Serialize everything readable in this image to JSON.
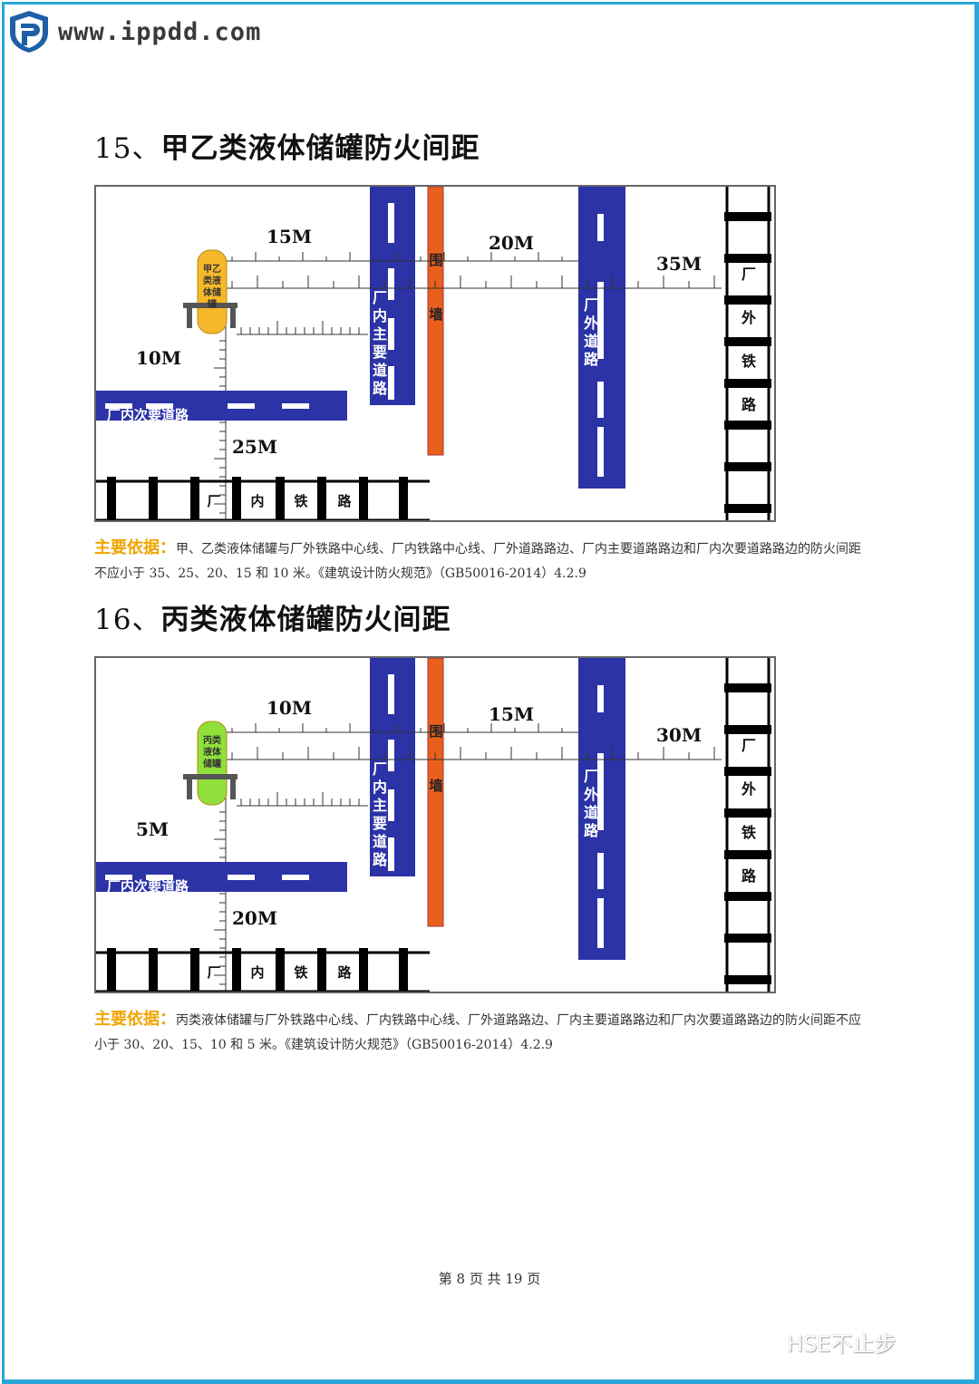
{
  "header": {
    "logo_text": "www.ippdd.com"
  },
  "sections": [
    {
      "number": "15、",
      "title": "甲乙类液体储罐防火间距",
      "diagram": {
        "tank_label": [
          "甲乙",
          "类液",
          "体储",
          "罐"
        ],
        "tank_color": "#f5b82a",
        "distances": {
          "main_road": "15M",
          "outer_road": "20M",
          "outer_railway": "35M",
          "secondary_road": "10M",
          "inner_railway": "25M"
        },
        "inner_main_road": "厂内主要道路",
        "wall": "围墙",
        "outer_road": "厂外道路",
        "outer_railway": "厂外铁路",
        "secondary_road": "厂内次要道路",
        "inner_railway": [
          "厂",
          "内",
          "铁",
          "路"
        ]
      },
      "basis_label": "主要依据：",
      "basis_text": "甲、乙类液体储罐与厂外铁路中心线、厂内铁路中心线、厂外道路路边、厂内主要道路路边和厂内次要道路路边的防火间距不应小于 35、25、20、15 和 10 米。《建筑设计防火规范》（GB50016-2014）4.2.9"
    },
    {
      "number": "16、",
      "title": "丙类液体储罐防火间距",
      "diagram": {
        "tank_label": [
          "丙类",
          "液体",
          "储罐"
        ],
        "tank_color": "#8fe03a",
        "distances": {
          "main_road": "10M",
          "outer_road": "15M",
          "outer_railway": "30M",
          "secondary_road": "5M",
          "inner_railway": "20M"
        },
        "inner_main_road": "厂内主要道路",
        "wall": "围墙",
        "outer_road": "厂外道路",
        "outer_railway": "厂外铁路",
        "secondary_road": "厂内次要道路",
        "inner_railway": [
          "厂",
          "内",
          "铁",
          "路"
        ]
      },
      "basis_label": "主要依据：",
      "basis_text": "丙类液体储罐与厂外铁路中心线、厂内铁路中心线、厂外道路路边、厂内主要道路路边和厂内次要道路路边的防火间距不应小于 30、20、15、10 和 5 米。《建筑设计防火规范》（GB50016-2014）4.2.9"
    }
  ],
  "footer": {
    "page_text": "第 8 页 共 19 页"
  },
  "watermark": "HSE不止步",
  "colors": {
    "road": "#2b33a6",
    "wall": "#e8601c",
    "frame": "#2aa6d9",
    "basis_label": "#f0a500"
  }
}
